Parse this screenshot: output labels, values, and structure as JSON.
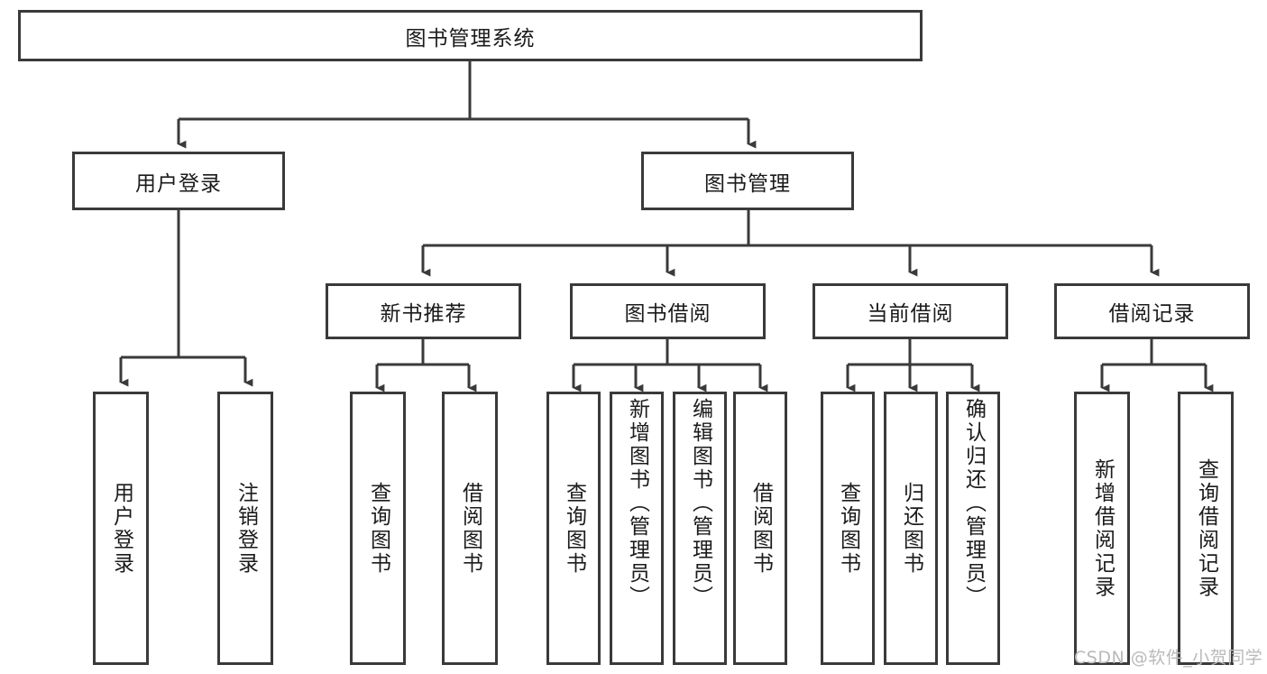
{
  "diagram": {
    "title_node": {
      "label": "图书管理系统"
    },
    "level2": [
      {
        "label": "用户登录"
      },
      {
        "label": "图书管理"
      }
    ],
    "level3": [
      {
        "label": "新书推荐"
      },
      {
        "label": "图书借阅"
      },
      {
        "label": "当前借阅"
      },
      {
        "label": "借阅记录"
      }
    ],
    "leaves": {
      "user_login": [
        {
          "label": "用户登录"
        },
        {
          "label": "注销登录"
        }
      ],
      "new_book_recommend": [
        {
          "label": "查询图书"
        },
        {
          "label": "借阅图书"
        }
      ],
      "book_borrow": [
        {
          "label": "查询图书"
        },
        {
          "label": "新增图书（管理员）"
        },
        {
          "label": "编辑图书（管理员）"
        },
        {
          "label": "借阅图书"
        }
      ],
      "current_borrow": [
        {
          "label": "查询图书"
        },
        {
          "label": "归还图书"
        },
        {
          "label": "确认归还（管理员）"
        }
      ],
      "borrow_record": [
        {
          "label": "新增借阅记录"
        },
        {
          "label": "查询借阅记录"
        }
      ]
    }
  },
  "watermark": {
    "text": "CSDN @软件_小贺同学"
  },
  "colors": {
    "stroke": "#3a3a3a",
    "text": "#1b1b1b",
    "background": "#ffffff",
    "watermark": "#b9b9b9"
  }
}
